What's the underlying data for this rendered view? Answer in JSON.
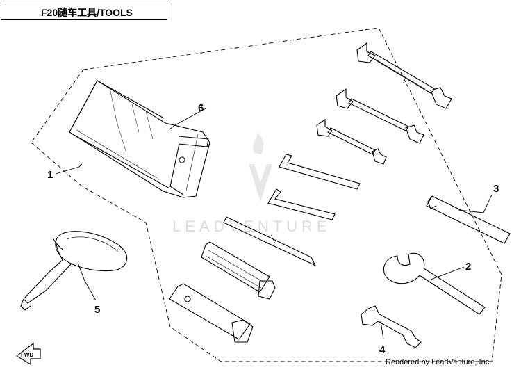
{
  "header": {
    "title": "F20随车工具/TOOLS"
  },
  "watermark": {
    "text": "LEADVENTURE"
  },
  "footer": {
    "rendered_by": "Rendered by LeadVenture, Inc."
  },
  "direction_badge": {
    "label": "FWD"
  },
  "callouts": [
    {
      "number": "1",
      "part": "tool-bag-assembly"
    },
    {
      "number": "2",
      "part": "hook-spanner-wrench"
    },
    {
      "number": "3",
      "part": "tommy-bar"
    },
    {
      "number": "4",
      "part": "small-open-end-wrench"
    },
    {
      "number": "5",
      "part": "funnel"
    },
    {
      "number": "6",
      "part": "tool-pouch"
    }
  ],
  "colors": {
    "line": "#000000",
    "watermark": "#dcdcdc",
    "background": "#ffffff"
  }
}
